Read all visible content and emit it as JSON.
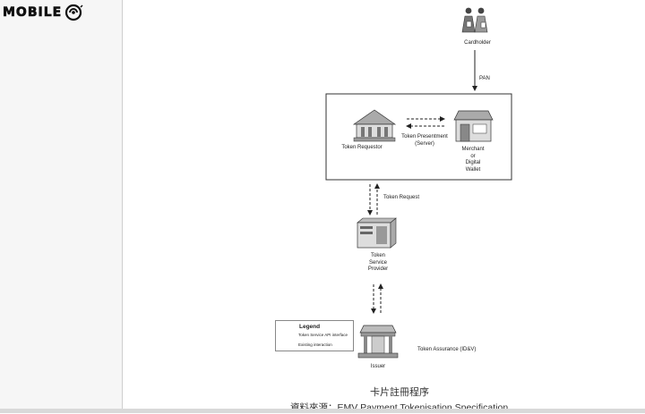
{
  "site": {
    "logo_text": "MOBILE",
    "logo_icon": "mobile01-swirl-logo"
  },
  "diagram": {
    "nodes": {
      "cardholder": "Cardholder",
      "token_requestor": "Token Requestor",
      "token_presentment": [
        "Token Presentment",
        "(Server)"
      ],
      "merchant": [
        "Merchant",
        "or",
        "Digital",
        "Wallet"
      ],
      "tsp": [
        "Token",
        "Service",
        "Provider"
      ],
      "issuer": "Issuer"
    },
    "edges": {
      "pan": "PAN",
      "token_request": "Token Request",
      "token_assurance": "Token Assurance (ID&V)"
    },
    "legend": {
      "title": "Legend",
      "api": "Token Service API interface",
      "existing": "Existing interaction"
    }
  },
  "caption": "卡片註冊程序",
  "source": "資料來源：EMV Payment Tokenisation Specification"
}
